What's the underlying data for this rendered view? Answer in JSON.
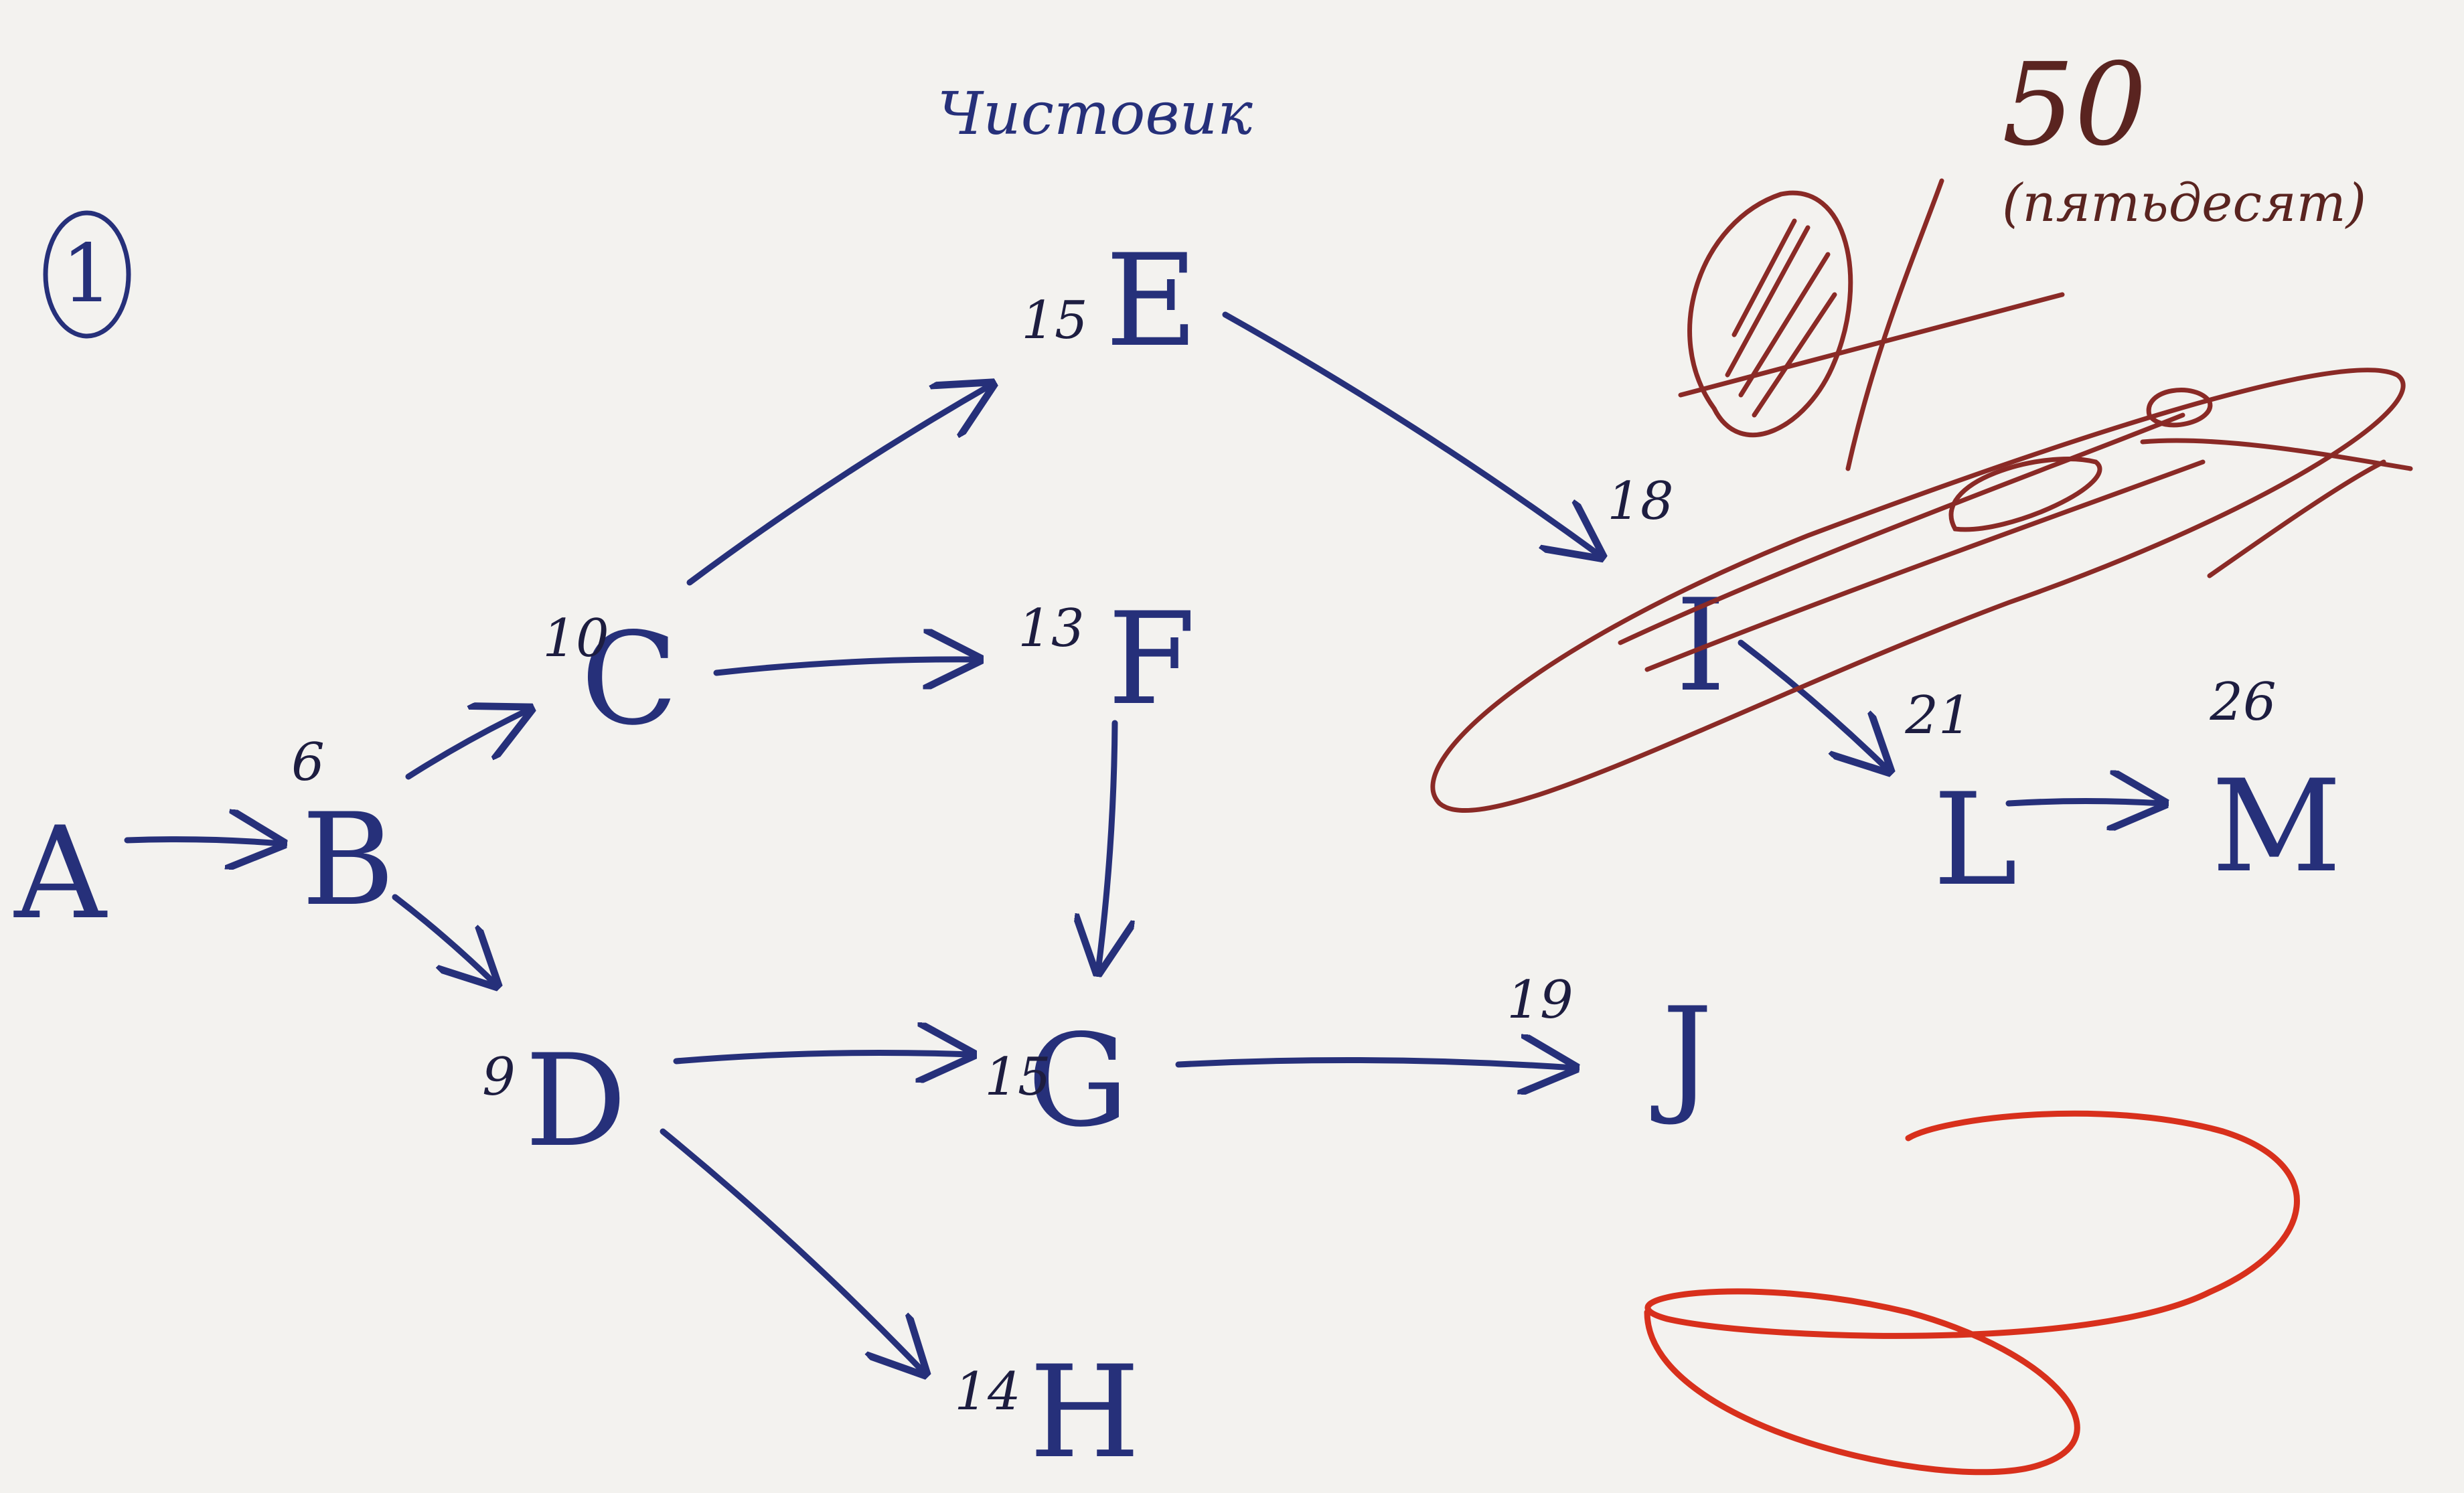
{
  "header": {
    "title": "Чистовик",
    "problem_number": "1"
  },
  "nodes": [
    {
      "id": "A",
      "letter": "A",
      "value": ""
    },
    {
      "id": "B",
      "letter": "B",
      "value": "6"
    },
    {
      "id": "C",
      "letter": "C",
      "value": "10"
    },
    {
      "id": "D",
      "letter": "D",
      "value": "9"
    },
    {
      "id": "E",
      "letter": "E",
      "value": "15"
    },
    {
      "id": "F",
      "letter": "F",
      "value": "13"
    },
    {
      "id": "G",
      "letter": "G",
      "value": "15"
    },
    {
      "id": "H",
      "letter": "H",
      "value": "14"
    },
    {
      "id": "I",
      "letter": "I",
      "value": "18"
    },
    {
      "id": "J",
      "letter": "J",
      "value": "19"
    },
    {
      "id": "L",
      "letter": "L",
      "value": "21"
    },
    {
      "id": "M",
      "letter": "M",
      "value": "26"
    }
  ],
  "edges": [
    {
      "from": "A",
      "to": "B"
    },
    {
      "from": "B",
      "to": "C"
    },
    {
      "from": "B",
      "to": "D"
    },
    {
      "from": "C",
      "to": "E"
    },
    {
      "from": "C",
      "to": "F"
    },
    {
      "from": "F",
      "to": "G"
    },
    {
      "from": "D",
      "to": "G"
    },
    {
      "from": "D",
      "to": "H"
    },
    {
      "from": "E",
      "to": "I"
    },
    {
      "from": "G",
      "to": "J"
    },
    {
      "from": "I",
      "to": "L"
    },
    {
      "from": "L",
      "to": "M"
    }
  ],
  "grade": {
    "score": "50",
    "score_words": "(пятьдесят)"
  },
  "colors": {
    "blue_ink": "#26307a",
    "red_ink": "#8a2a26",
    "orange_ink": "#d8301c",
    "paper": "#f3f2ef"
  }
}
